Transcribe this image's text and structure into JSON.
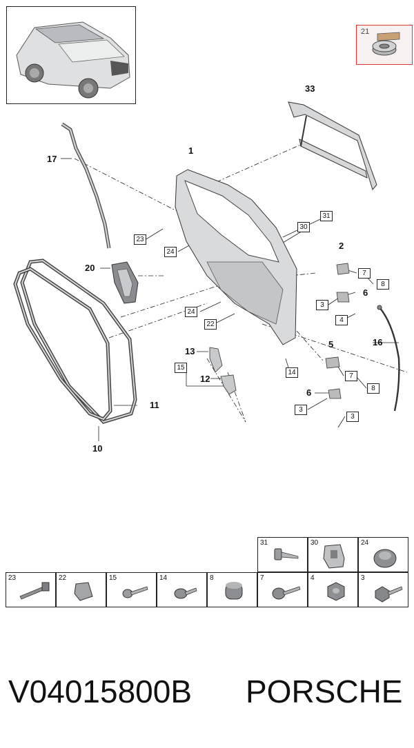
{
  "callouts": {
    "c1": "1",
    "c2": "2",
    "c5": "5",
    "c6a": "6",
    "c6b": "6",
    "c10": "10",
    "c11": "11",
    "c12": "12",
    "c13": "13",
    "c16": "16",
    "c17": "17",
    "c20": "20",
    "c33": "33"
  },
  "boxed": {
    "b31": "31",
    "b30": "30",
    "b23": "23",
    "b24a": "24",
    "b24b": "24",
    "b22": "22",
    "b14": "14",
    "b15": "15",
    "b7a": "7",
    "b8a": "8",
    "b3a": "3",
    "b4": "4",
    "b7b": "7",
    "b8b": "8",
    "b3b": "3",
    "b3c": "3"
  },
  "inset": {
    "small_number": "21"
  },
  "legend": {
    "top_row": [
      "31",
      "30",
      "24"
    ],
    "bottom_row": [
      "23",
      "22",
      "15",
      "14",
      "8",
      "7",
      "4",
      "3"
    ]
  },
  "footer": {
    "code": "V04015800B",
    "brand": "PORSCHE"
  },
  "colors": {
    "line": "#222222",
    "part_fill": "#d9dadc",
    "part_dark": "#8a8c90",
    "inset_border": "#dd3333"
  }
}
